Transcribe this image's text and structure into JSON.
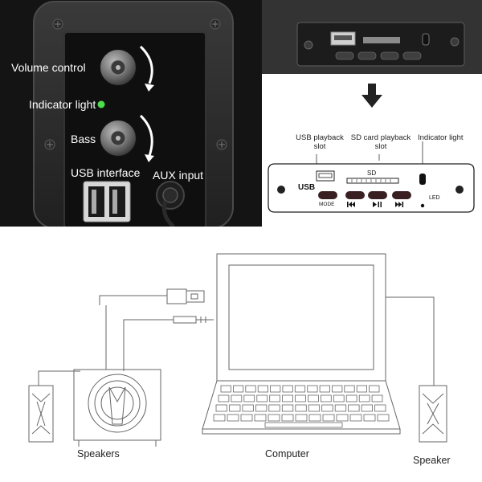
{
  "speaker_photo": {
    "labels": {
      "volume": "Volume control",
      "indicator": "Indicator light",
      "bass": "Bass",
      "usb": "USB interface",
      "aux": "AUX input"
    }
  },
  "board": {
    "labels": {
      "usb_slot": "USB playback slot",
      "sd_slot": "SD card playback slot",
      "indicator": "Indicator light"
    },
    "board_text": {
      "usb": "USB",
      "sd": "SD",
      "mode": "MODE",
      "led": "LED"
    },
    "button_icons": [
      "mode-icon",
      "previous-icon",
      "play-pause-icon",
      "next-icon"
    ]
  },
  "diagram": {
    "labels": {
      "speakers_left": "Speakers",
      "computer": "Computer",
      "speaker_right": "Speaker"
    }
  },
  "colors": {
    "panel_dark": "#1a1a1a",
    "board_dark": "#222222",
    "led_green": "#4cdc4c"
  }
}
